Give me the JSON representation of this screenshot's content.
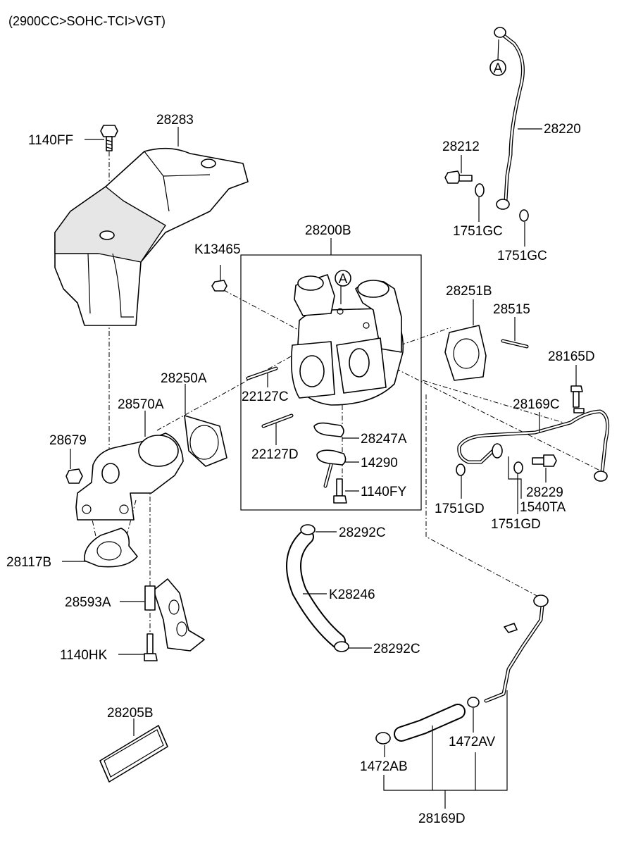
{
  "header": {
    "engine_spec": "(2900CC>SOHC-TCI>VGT)"
  },
  "callouts": {
    "ref_a_pipe": "A",
    "ref_a_turbo": "A"
  },
  "parts": {
    "p28283": "28283",
    "p1140FF": "1140FF",
    "p28212": "28212",
    "p28220": "28220",
    "p1751GC_1": "1751GC",
    "p1751GC_2": "1751GC",
    "p28200B": "28200B",
    "pK13465": "K13465",
    "p28251B": "28251B",
    "p28515": "28515",
    "p28165D": "28165D",
    "p28250A": "28250A",
    "p28570A": "28570A",
    "p22127C": "22127C",
    "p22127D": "22127D",
    "p28169C": "28169C",
    "p28247A": "28247A",
    "p28679": "28679",
    "p14290": "14290",
    "p1140FY": "1140FY",
    "p28229": "28229",
    "p1751GD_1": "1751GD",
    "p1540TA": "1540TA",
    "p1751GD_2": "1751GD",
    "p28117B": "28117B",
    "p28292C_1": "28292C",
    "pK28246": "K28246",
    "p28593A": "28593A",
    "p28292C_2": "28292C",
    "p1140HK": "1140HK",
    "p28205B": "28205B",
    "p1472AV": "1472AV",
    "p1472AB": "1472AB",
    "p28169D": "28169D"
  },
  "colors": {
    "line": "#000000",
    "background": "#ffffff",
    "shading": "#e6e6e6"
  }
}
